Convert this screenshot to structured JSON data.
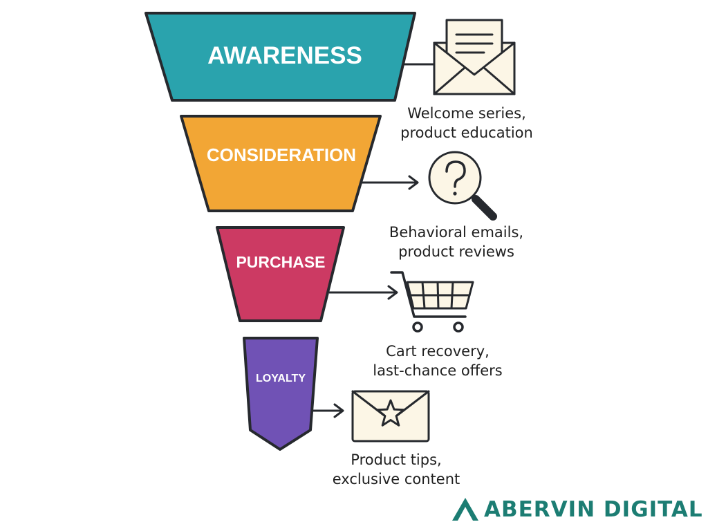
{
  "stages": [
    {
      "label": "AWARENESS",
      "color": "#2aa3ad",
      "icon": "envelope-letter-icon",
      "description": [
        "Welcome series,",
        "product education"
      ]
    },
    {
      "label": "CONSIDERATION",
      "color": "#f2a635",
      "icon": "question-magnifier-icon",
      "description": [
        "Behavioral emails,",
        "product reviews"
      ]
    },
    {
      "label": "PURCHASE",
      "color": "#cc3a63",
      "icon": "shopping-cart-icon",
      "description": [
        "Cart recovery,",
        "last-chance offers"
      ]
    },
    {
      "label": "LOYALTY",
      "color": "#7052b5",
      "icon": "star-envelope-icon",
      "description": [
        "Product tips,",
        "exclusive content"
      ]
    }
  ],
  "brand": {
    "name": "ABERVIN DIGITAL",
    "color": "#1c7d73",
    "icon": "brand-logo-icon"
  },
  "outline_color": "#26292e",
  "icon_fill": "#fcf6e6"
}
